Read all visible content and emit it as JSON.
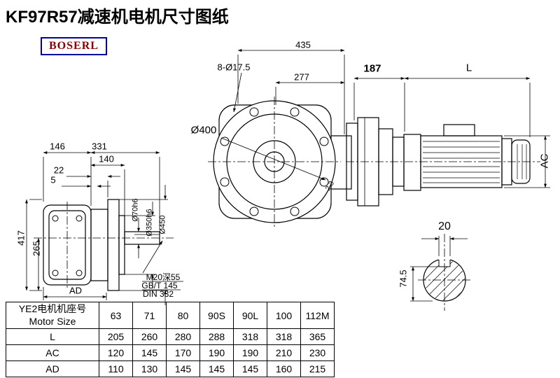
{
  "page": {
    "title": "KF97R57减速机电机尺寸图纸",
    "logo": "BOSERL"
  },
  "dims": {
    "d435": "435",
    "d8x17": "8-Ø17.5",
    "d277": "277",
    "d400": "Ø400",
    "d187": "187",
    "dL": "L",
    "dAC": "AC",
    "d146": "146",
    "d331": "331",
    "d140": "140",
    "d22": "22",
    "d5": "5",
    "d417": "417",
    "d265": "265",
    "dAD": "AD",
    "d70": "Ø70h6",
    "d350": "Ø350h6",
    "d450": "Ø450",
    "m20": "M20深55",
    "gbt": "GB/T 145",
    "din": "DIN 332",
    "d20": "20",
    "d745": "74.5",
    "rough": "2.3"
  },
  "table": {
    "header": {
      "line1": "YE2电机机座号",
      "line2": "Motor Size"
    },
    "cols": [
      "63",
      "71",
      "80",
      "90S",
      "90L",
      "100",
      "112M"
    ],
    "rows": [
      {
        "label": "L",
        "values": [
          "205",
          "260",
          "280",
          "288",
          "318",
          "318",
          "365"
        ]
      },
      {
        "label": "AC",
        "values": [
          "120",
          "145",
          "170",
          "190",
          "190",
          "210",
          "230"
        ]
      },
      {
        "label": "AD",
        "values": [
          "110",
          "130",
          "145",
          "145",
          "145",
          "160",
          "215"
        ]
      }
    ]
  }
}
